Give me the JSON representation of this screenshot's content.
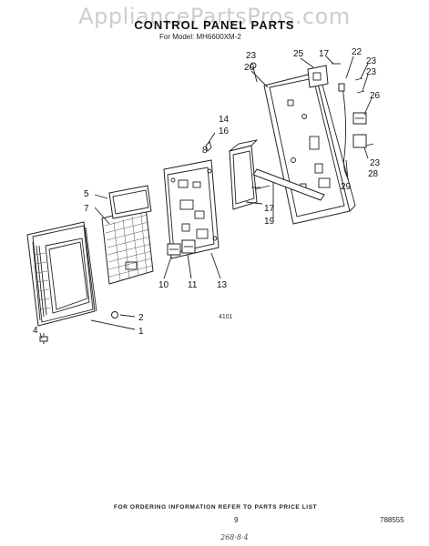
{
  "watermark": "AppliancePartsPros.com",
  "title": "CONTROL PANEL PARTS",
  "model_line": "For Model: MH6600XM-2",
  "diagram_code": "4101",
  "order_note": "FOR ORDERING INFORMATION REFER TO PARTS PRICE LIST",
  "page_number": "9",
  "doc_code": "788555",
  "handwritten_stamp": "268·8·4",
  "callouts": {
    "c1": "1",
    "c2": "2",
    "c4": "4",
    "c5": "5",
    "c7": "7",
    "c8": "8",
    "c10": "10",
    "c11": "11",
    "c13": "13",
    "c14": "14",
    "c16": "16",
    "c17a": "17",
    "c17b": "17",
    "c19": "19",
    "c20": "20",
    "c22": "22",
    "c23a": "23",
    "c23b": "23",
    "c23c": "23",
    "c25": "25",
    "c26": "26",
    "c28": "28",
    "c29": "29"
  }
}
